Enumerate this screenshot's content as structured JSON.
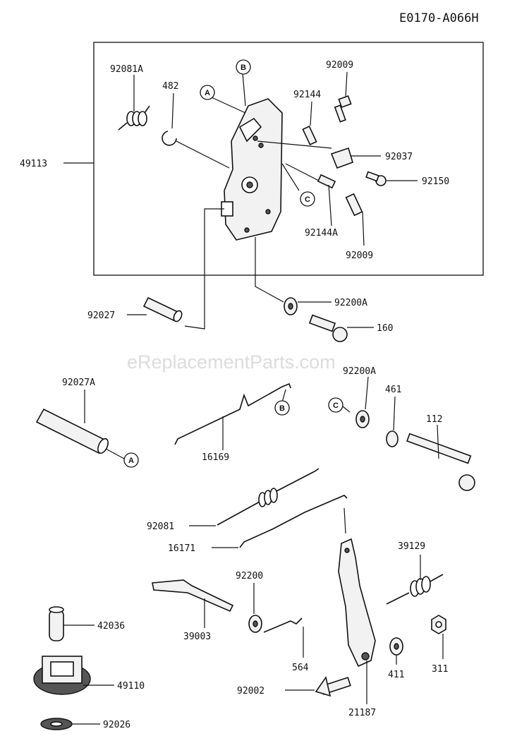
{
  "diagram_code": "E0170-A066H",
  "watermark": "eReplacementParts.com",
  "reference_markers": [
    "A",
    "B",
    "C"
  ],
  "parts": [
    {
      "id": "p-49113",
      "number": "49113"
    },
    {
      "id": "p-92081A",
      "number": "92081A"
    },
    {
      "id": "p-482",
      "number": "482"
    },
    {
      "id": "p-92009a",
      "number": "92009"
    },
    {
      "id": "p-92144",
      "number": "92144"
    },
    {
      "id": "p-92037",
      "number": "92037"
    },
    {
      "id": "p-92150",
      "number": "92150"
    },
    {
      "id": "p-92144A",
      "number": "92144A"
    },
    {
      "id": "p-92009b",
      "number": "92009"
    },
    {
      "id": "p-92027",
      "number": "92027"
    },
    {
      "id": "p-92200A-1",
      "number": "92200A"
    },
    {
      "id": "p-160",
      "number": "160"
    },
    {
      "id": "p-92027A",
      "number": "92027A"
    },
    {
      "id": "p-92200A-2",
      "number": "92200A"
    },
    {
      "id": "p-461",
      "number": "461"
    },
    {
      "id": "p-112",
      "number": "112"
    },
    {
      "id": "p-16169",
      "number": "16169"
    },
    {
      "id": "p-92081",
      "number": "92081"
    },
    {
      "id": "p-16171",
      "number": "16171"
    },
    {
      "id": "p-39129",
      "number": "39129"
    },
    {
      "id": "p-92200",
      "number": "92200"
    },
    {
      "id": "p-39003",
      "number": "39003"
    },
    {
      "id": "p-42036",
      "number": "42036"
    },
    {
      "id": "p-564",
      "number": "564"
    },
    {
      "id": "p-49110",
      "number": "49110"
    },
    {
      "id": "p-311",
      "number": "311"
    },
    {
      "id": "p-92002",
      "number": "92002"
    },
    {
      "id": "p-411",
      "number": "411"
    },
    {
      "id": "p-21187",
      "number": "21187"
    },
    {
      "id": "p-92026",
      "number": "92026"
    }
  ]
}
